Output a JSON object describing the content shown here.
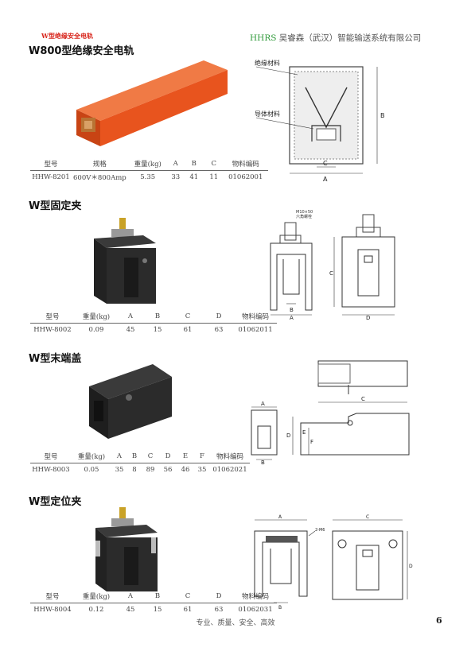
{
  "header": {
    "small_title": "W型绝缘安全电轨",
    "brand": "HHRS",
    "company": "吴睿森（武汉）智能输送系统有限公司"
  },
  "sections": [
    {
      "title": "W800型绝缘安全电轨",
      "columns": [
        "型号",
        "规格",
        "重量(kg)",
        "A",
        "B",
        "C",
        "物料编码"
      ],
      "rows": [
        [
          "HHW-8201",
          "600V＊800Amp",
          "5.35",
          "33",
          "41",
          "11",
          "01062001"
        ]
      ],
      "diagram_labels": {
        "insulation": "绝缘材料",
        "conductor": "导体材料",
        "A": "A",
        "B": "B",
        "C": "C"
      }
    },
    {
      "title": "W型固定夹",
      "columns": [
        "型号",
        "重量(kg)",
        "A",
        "B",
        "C",
        "D",
        "物料编码"
      ],
      "rows": [
        [
          "HHW-8002",
          "0.09",
          "45",
          "15",
          "61",
          "63",
          "01062011"
        ]
      ],
      "diagram_labels": {
        "bolt": "M10×50",
        "bolt_note": "六角螺栓",
        "A": "A",
        "B": "B",
        "C": "C",
        "D": "D"
      }
    },
    {
      "title": "W型末端盖",
      "columns": [
        "型号",
        "重量(kg)",
        "A",
        "B",
        "C",
        "D",
        "E",
        "F",
        "物料编码"
      ],
      "rows": [
        [
          "HHW-8003",
          "0.05",
          "35",
          "8",
          "89",
          "56",
          "46",
          "35",
          "01062021"
        ]
      ],
      "diagram_labels": {
        "A": "A",
        "B": "B",
        "C": "C",
        "D": "D",
        "E": "E",
        "F": "F"
      }
    },
    {
      "title": "W型定位夹",
      "columns": [
        "型号",
        "重量(kg)",
        "A",
        "B",
        "C",
        "D",
        "物料编码"
      ],
      "rows": [
        [
          "HHW-8004",
          "0.12",
          "45",
          "15",
          "61",
          "63",
          "01062031"
        ]
      ],
      "diagram_labels": {
        "screw": "2-M6",
        "A": "A",
        "B": "B",
        "C": "C",
        "D": "D"
      }
    }
  ],
  "footer": {
    "slogan": "专业、质量、安全、高效",
    "page": "6"
  },
  "colors": {
    "rail": "#e8541e",
    "accent_red": "#d8261c",
    "brand_green": "#2f9a3a",
    "part": "#2b2b2b"
  }
}
